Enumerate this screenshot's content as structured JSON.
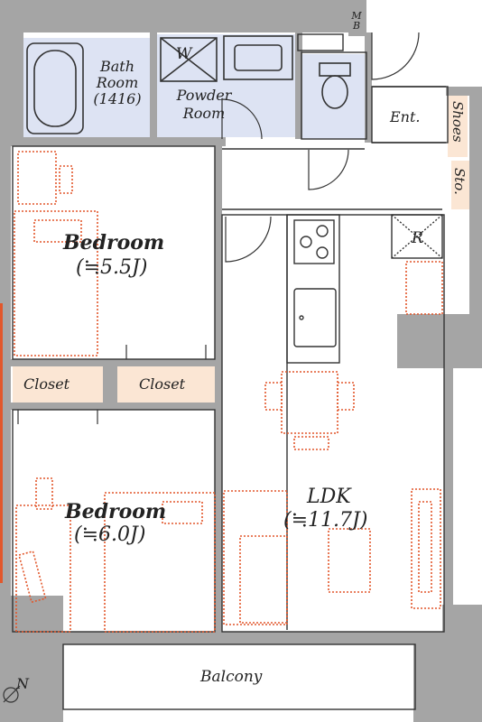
{
  "rooms": {
    "bath": {
      "line1": "Bath",
      "line2": "Room",
      "line3": "(1416)"
    },
    "powder": {
      "line1": "Powder",
      "line2": "Room"
    },
    "washer": {
      "label": "W"
    },
    "mb": {
      "line1": "M",
      "line2": "B"
    },
    "entrance": {
      "label": "Ent."
    },
    "shoes": {
      "label": "Shoes"
    },
    "storage": {
      "label": "Sto."
    },
    "bedroom1": {
      "name": "Bedroom",
      "area": "(≒5.5J)"
    },
    "bedroom2": {
      "name": "Bedroom",
      "area": "(≒6.0J)"
    },
    "closet1": {
      "label": "Closet"
    },
    "closet2": {
      "label": "Closet"
    },
    "refrigerator": {
      "label": "R"
    },
    "ldk": {
      "name": "LDK",
      "area": "(≒11.7J)"
    },
    "balcony": {
      "label": "Balcony"
    }
  },
  "compass": {
    "label": "N"
  },
  "colors": {
    "wall": "#a5a5a5",
    "wet_area": "#dde3f3",
    "closet": "#fbe6d4",
    "furniture": "#e2572b",
    "line": "#333333"
  }
}
